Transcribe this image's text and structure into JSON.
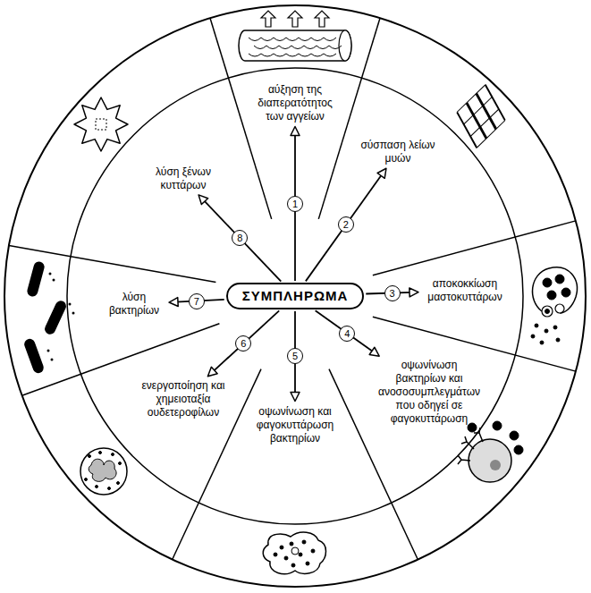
{
  "diagram": {
    "nodes": [
      {
        "text": [
          "ΣΥΜΠΛΗΡΩΜΑ"
        ]
      },
      {
        "text": [
          "αύξηση της διαπερατότητος των αγγείων"
        ]
      },
      {
        "text": [
          "σύσπαση λείων μυών"
        ]
      },
      {
        "text": [
          "αποκοκκίωση μαστοκυττάρων"
        ]
      },
      {
        "text": [
          "οψωνίνωση βακτηρίων και ανοσοσυμπλεγμάτων που οδηγεί σε φαγοκυττάρωση"
        ]
      },
      {
        "text": [
          "οψωνίνωση και φαγοκυττάρωση βακτηρίων"
        ]
      },
      {
        "text": [
          "ενεργοποίηση και χημειοταξία ουδετεροφίλων"
        ]
      },
      {
        "text": [
          "λύση βακτηρίων"
        ]
      },
      {
        "text": [
          "λύση ξένων κυττάρων"
        ]
      }
    ],
    "edges": [
      {
        "from": 0,
        "to": 1,
        "arrow": "to",
        "label": "1"
      },
      {
        "from": 0,
        "to": 2,
        "arrow": "to",
        "label": "2"
      },
      {
        "from": 0,
        "to": 3,
        "arrow": "to",
        "label": "3"
      },
      {
        "from": 0,
        "to": 4,
        "arrow": "to",
        "label": "4"
      },
      {
        "from": 0,
        "to": 5,
        "arrow": "to",
        "label": "5"
      },
      {
        "from": 0,
        "to": 6,
        "arrow": "to",
        "label": "6"
      },
      {
        "from": 0,
        "to": 7,
        "arrow": "to",
        "label": "7"
      },
      {
        "from": 0,
        "to": 8,
        "arrow": "to",
        "label": "8"
      }
    ]
  }
}
